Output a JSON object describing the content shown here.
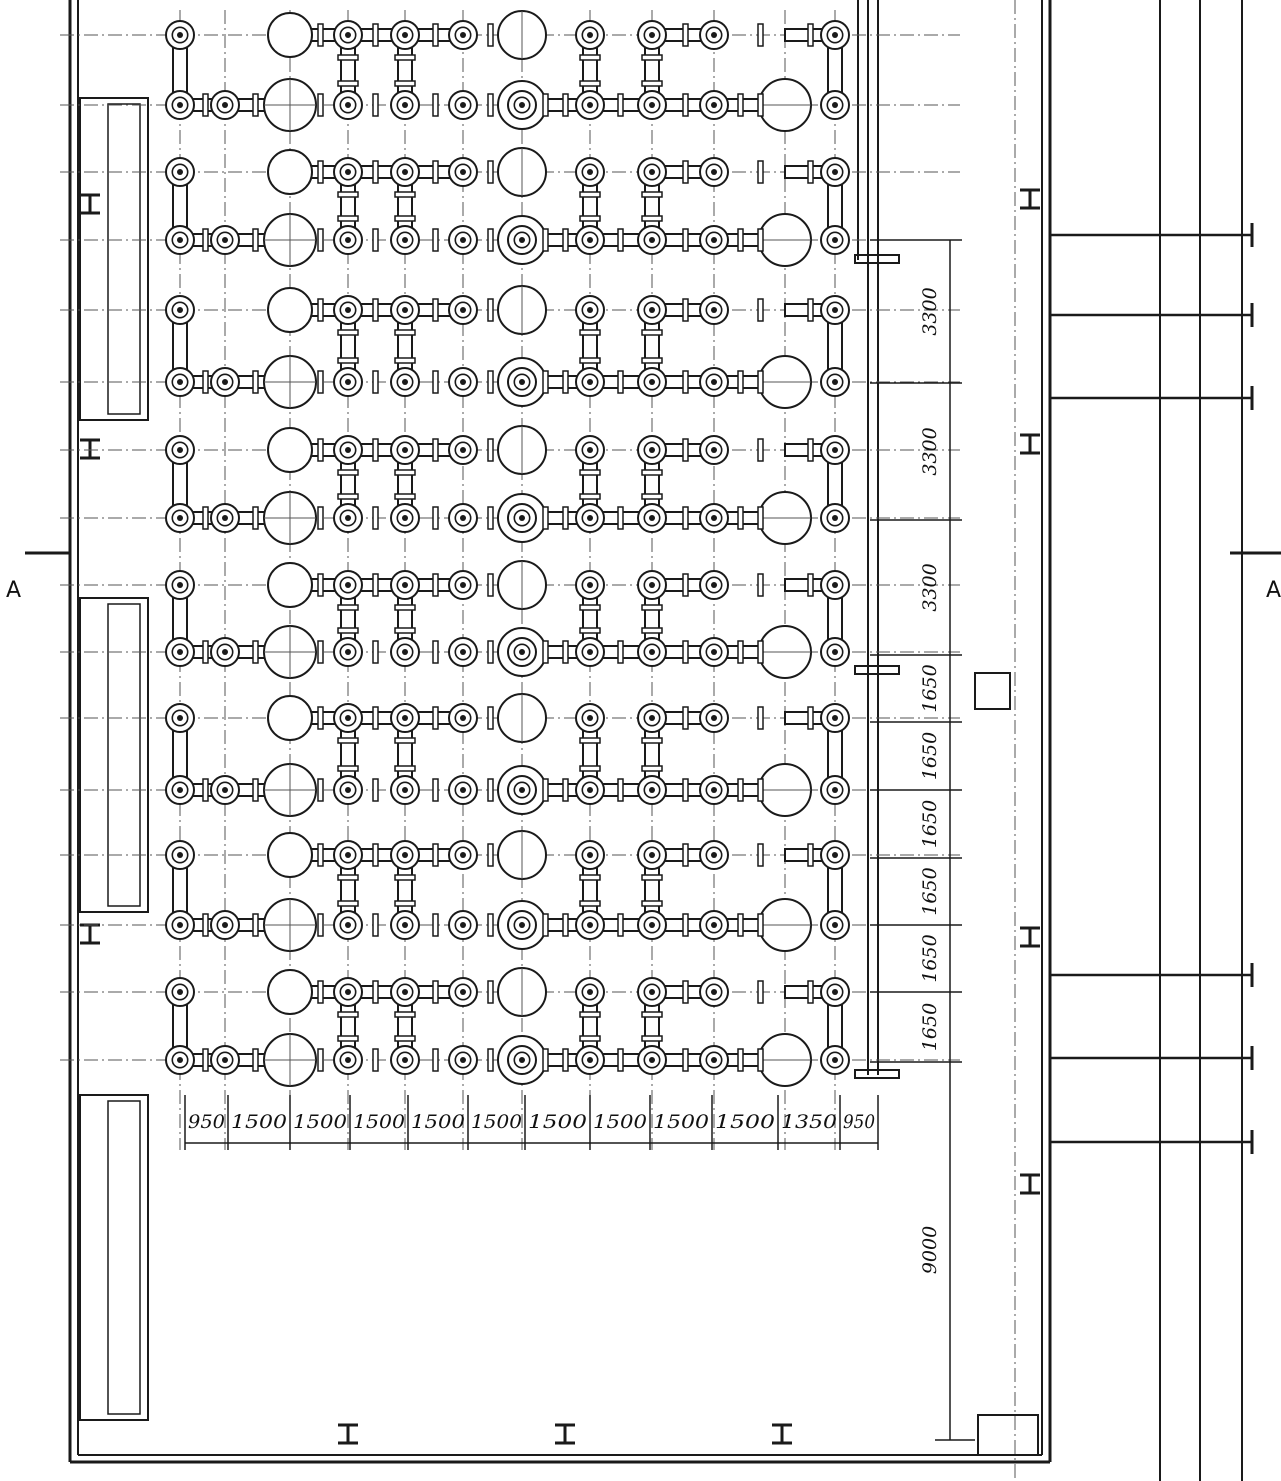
{
  "section_marks": {
    "left": "A",
    "right": "A"
  },
  "horizontal_dims": [
    "950",
    "1500",
    "1500",
    "1500",
    "1500",
    "1500",
    "1500",
    "1500",
    "1500",
    "1500",
    "1350",
    "950"
  ],
  "vertical_dims": [
    "3300",
    "3300",
    "3300",
    "1650",
    "1650",
    "1650",
    "1650",
    "1650",
    "1650"
  ],
  "gap_dim": "9000",
  "colors": {
    "ink": "#1a1a1a",
    "paper": "#ffffff",
    "centerline": "#555555"
  },
  "unit_rows": 8,
  "unit_columns": 12
}
